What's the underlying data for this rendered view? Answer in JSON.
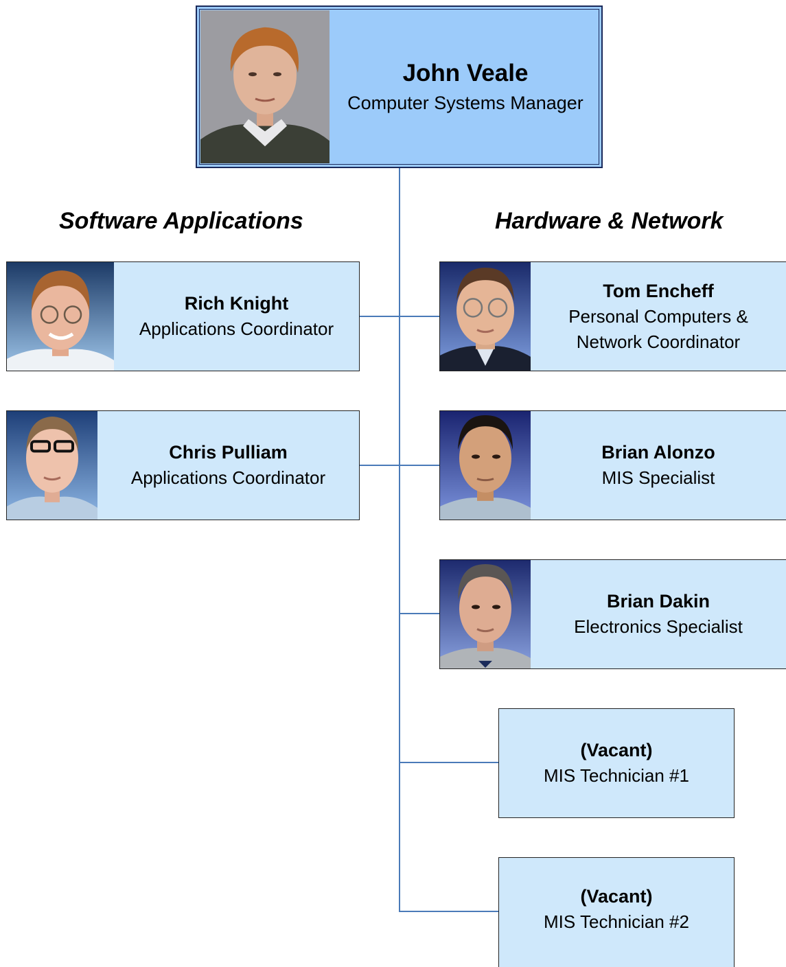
{
  "manager": {
    "name": "John Veale",
    "title": "Computer Systems Manager"
  },
  "groups": {
    "software": "Software Applications",
    "hardware": "Hardware & Network"
  },
  "software_staff": [
    {
      "name": "Rich Knight",
      "title": "Applications Coordinator"
    },
    {
      "name": "Chris Pulliam",
      "title": "Applications Coordinator"
    }
  ],
  "hardware_staff": [
    {
      "name": "Tom Encheff",
      "title_line1": "Personal Computers &",
      "title_line2": "Network Coordinator"
    },
    {
      "name": "Brian Alonzo",
      "title": "MIS Specialist"
    },
    {
      "name": "Brian Dakin",
      "title": "Electronics Specialist"
    },
    {
      "name": "(Vacant)",
      "title": "MIS Technician #1"
    },
    {
      "name": "(Vacant)",
      "title": "MIS Technician #2"
    }
  ],
  "colors": {
    "manager_box": "#9ccbfa",
    "staff_box": "#cfe8fb",
    "connector": "#4a7ab8"
  }
}
